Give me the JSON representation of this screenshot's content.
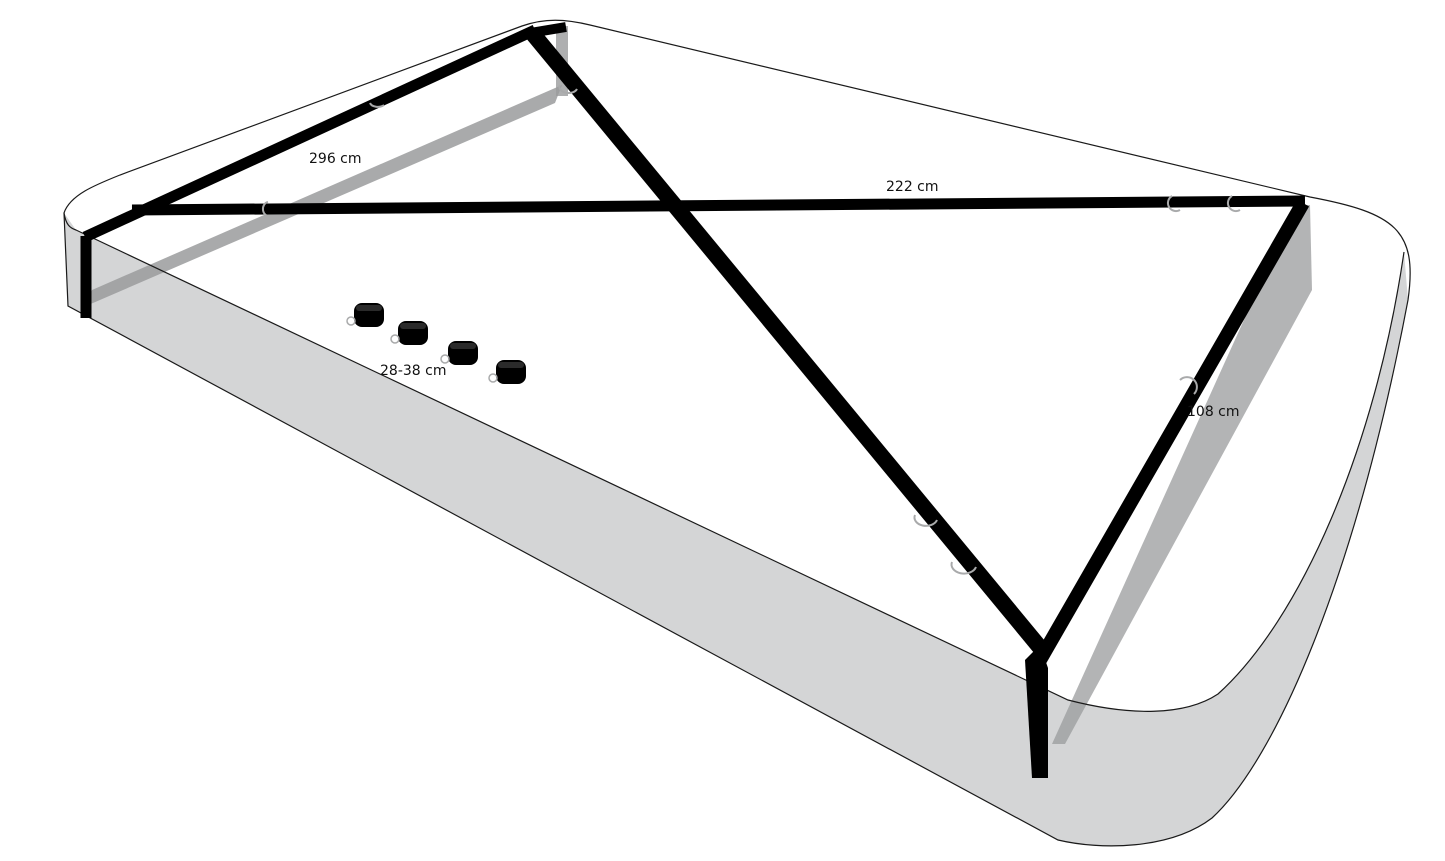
{
  "colors": {
    "background": "#ffffff",
    "mattress_side": "#d4d5d6",
    "mattress_shadow": "#9a9b9c",
    "mattress_outline": "#1a1a1a",
    "strap": "#000000",
    "d_ring": "#a9aaab",
    "label": "#111111"
  },
  "labels": {
    "length_strap": "296 cm",
    "width_strap": "222 cm",
    "end_strap": "108 cm",
    "cuff_size": "28-38 cm"
  },
  "cuffs": {
    "count": 4
  },
  "icons": {
    "d_ring": "d-ring-icon",
    "cuff": "cuff-icon"
  }
}
